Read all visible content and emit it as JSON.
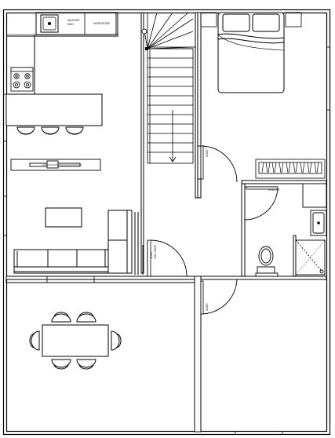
{
  "labels": {
    "washer_line1": "WASHER",
    "washer_line2": "MAC.",
    "box_label": "WARDROBE",
    "left_door_label_1": "DOOR",
    "left_door_label_2": "CAB. DOOR",
    "mid_door_label": "DOOR",
    "lower_door_label": "DOOR",
    "bath_door_label": "WINDOW"
  },
  "colors": {
    "wall": "#000000",
    "fill": "#ffffff",
    "line": "#222222"
  }
}
